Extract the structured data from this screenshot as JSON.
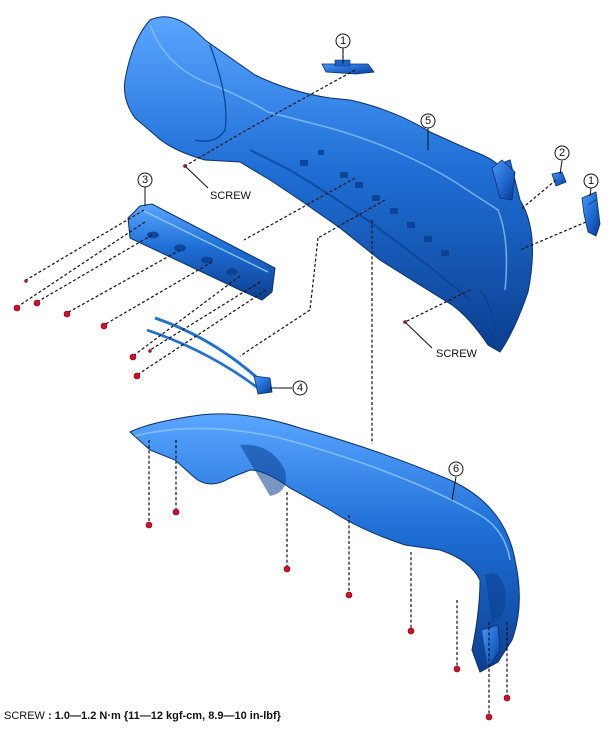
{
  "callouts": [
    "1",
    "2",
    "3",
    "4",
    "5",
    "6",
    "1"
  ],
  "screw_label": "SCREW",
  "torque_note": {
    "label": "SCREW",
    "value": ": 1.0—1.2 N·m {11—12 kgf-cm, 8.9—10 in-lbf}"
  },
  "colors": {
    "part_fill": "#1f6fd6",
    "part_shadow": "#0b3f8f",
    "part_highlight": "#5aa6ff",
    "screw": "#d0102a"
  }
}
